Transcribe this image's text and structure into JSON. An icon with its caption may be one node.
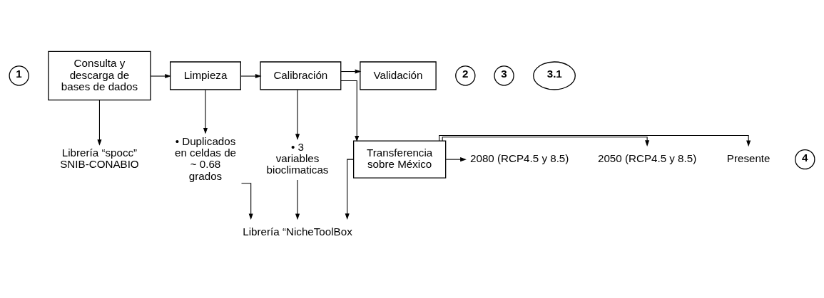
{
  "diagram": {
    "nodes": [
      {
        "text": [
          "1"
        ]
      },
      {
        "text": [
          "Consulta y descarga de bases de dados"
        ]
      },
      {
        "text": [
          "2"
        ]
      },
      {
        "text": [
          "Limpieza"
        ]
      },
      {
        "text": [
          "3"
        ]
      },
      {
        "text": [
          "Calibración"
        ]
      },
      {
        "text": [
          "3.1"
        ]
      },
      {
        "text": [
          "Validación"
        ]
      },
      {
        "text": [
          "Librería “spocc” SNIB-CONABIO"
        ]
      },
      {
        "text": [
          "• Duplicados en celdas de ~ 0.68 grados"
        ]
      },
      {
        "text": [
          "• 3 variables bioclimaticas"
        ]
      },
      {
        "text": [
          "4"
        ]
      },
      {
        "text": [
          "Transferencia sobre México"
        ]
      },
      {
        "text": [
          "Presente"
        ]
      },
      {
        "text": [
          "2050 (RCP4.5 y 8.5)"
        ]
      },
      {
        "text": [
          "2080 (RCP4.5 y 8.5)"
        ]
      },
      {
        "text": [
          "Librería “NicheToolBox"
        ]
      }
    ],
    "edges": [
      {
        "from": 1,
        "to": 3,
        "arrow": "to"
      },
      {
        "from": 3,
        "to": 5,
        "arrow": "to"
      },
      {
        "from": 5,
        "to": 7,
        "arrow": "to"
      },
      {
        "from": 5,
        "to": 12,
        "arrow": "to"
      },
      {
        "from": 1,
        "to": 8,
        "arrow": "to"
      },
      {
        "from": 3,
        "to": 9,
        "arrow": "to"
      },
      {
        "from": 5,
        "to": 10,
        "arrow": "to"
      },
      {
        "from": 12,
        "to": 13,
        "arrow": "to"
      },
      {
        "from": 12,
        "to": 14,
        "arrow": "to"
      },
      {
        "from": 12,
        "to": 15,
        "arrow": "to"
      },
      {
        "from": 9,
        "to": 16,
        "arrow": "to"
      },
      {
        "from": 10,
        "to": 16,
        "arrow": "to"
      },
      {
        "from": 12,
        "to": 16,
        "arrow": "to"
      }
    ]
  }
}
